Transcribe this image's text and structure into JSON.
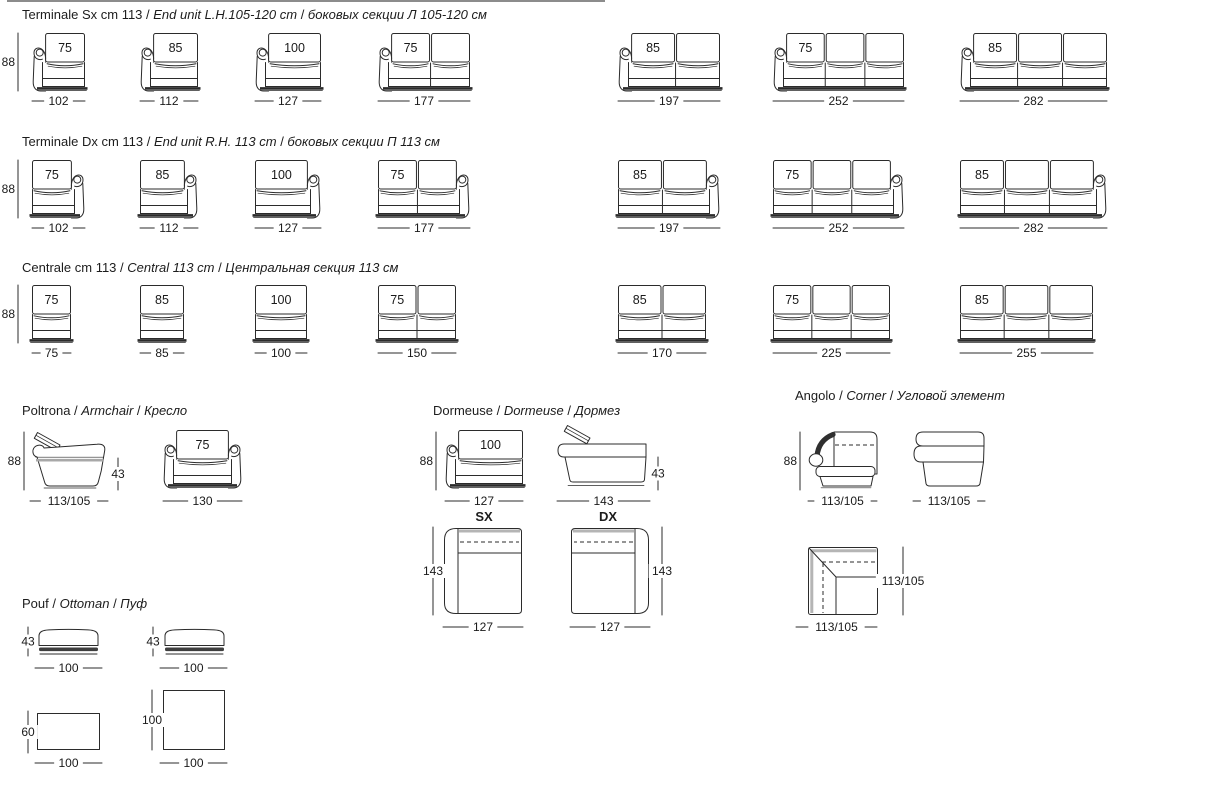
{
  "sep": " / ",
  "sections": {
    "terminale_sx": {
      "title": {
        "p1": "Terminale Sx cm 113",
        "p2": "End unit L.H.105-120 cm",
        "p3": "боковых секции Л 105-120 см"
      },
      "height": "88",
      "items": [
        {
          "seats": 1,
          "seat": "75",
          "width": "102"
        },
        {
          "seats": 1,
          "seat": "85",
          "width": "112"
        },
        {
          "seats": 1,
          "seat": "100",
          "width": "127"
        },
        {
          "seats": 2,
          "seat": "75",
          "width": "177"
        },
        {
          "seats": 2,
          "seat": "85",
          "width": "197"
        },
        {
          "seats": 3,
          "seat": "75",
          "width": "252"
        },
        {
          "seats": 3,
          "seat": "85",
          "width": "282"
        }
      ]
    },
    "terminale_dx": {
      "title": {
        "p1": "Terminale Dx cm 113",
        "p2": "End unit R.H. 113 cm",
        "p3": "боковых секции П 113 см"
      },
      "height": "88",
      "items": [
        {
          "seats": 1,
          "seat": "75",
          "width": "102"
        },
        {
          "seats": 1,
          "seat": "85",
          "width": "112"
        },
        {
          "seats": 1,
          "seat": "100",
          "width": "127"
        },
        {
          "seats": 2,
          "seat": "75",
          "width": "177"
        },
        {
          "seats": 2,
          "seat": "85",
          "width": "197"
        },
        {
          "seats": 3,
          "seat": "75",
          "width": "252"
        },
        {
          "seats": 3,
          "seat": "85",
          "width": "282"
        }
      ]
    },
    "centrale": {
      "title": {
        "p1": "Centrale cm 113",
        "p2": "Central 113 cm",
        "p3": "Центральная секция 113 см"
      },
      "height": "88",
      "items": [
        {
          "seats": 1,
          "seat": "75",
          "width": "75"
        },
        {
          "seats": 1,
          "seat": "85",
          "width": "85"
        },
        {
          "seats": 1,
          "seat": "100",
          "width": "100"
        },
        {
          "seats": 2,
          "seat": "75",
          "width": "150"
        },
        {
          "seats": 2,
          "seat": "85",
          "width": "170"
        },
        {
          "seats": 3,
          "seat": "75",
          "width": "225"
        },
        {
          "seats": 3,
          "seat": "85",
          "width": "255"
        }
      ]
    },
    "poltrona": {
      "title": {
        "p1": "Poltrona",
        "p2": "Armchair",
        "p3": "Кресло"
      },
      "height": "88",
      "side": {
        "depth": "113/105",
        "seat_height": "43"
      },
      "front": {
        "seat": "75",
        "width": "130"
      }
    },
    "dormeuse": {
      "title": {
        "p1": "Dormeuse",
        "p2": "Dormeuse",
        "p3": "Дормез"
      },
      "height": "88",
      "front": {
        "seat": "100",
        "width": "127"
      },
      "side": {
        "width": "143",
        "seat_height": "43"
      },
      "tops": [
        {
          "label": "SX",
          "depth": "143",
          "width": "127"
        },
        {
          "label": "DX",
          "depth": "143",
          "width": "127"
        }
      ]
    },
    "angolo": {
      "title": {
        "p1": "Angolo",
        "p2": "Corner",
        "p3": "Угловой элемент"
      },
      "height": "88",
      "sides": [
        {
          "width": "113/105"
        },
        {
          "width": "113/105"
        }
      ],
      "top": {
        "depth": "113/105",
        "width": "113/105"
      }
    },
    "pouf": {
      "title": {
        "p1": "Pouf",
        "p2": "Ottoman",
        "p3": "Пуф"
      },
      "fronts": [
        {
          "height": "43",
          "width": "100"
        },
        {
          "height": "43",
          "width": "100"
        }
      ],
      "tops": [
        {
          "depth": "60",
          "width": "100"
        },
        {
          "depth": "100",
          "width": "100"
        }
      ]
    }
  }
}
